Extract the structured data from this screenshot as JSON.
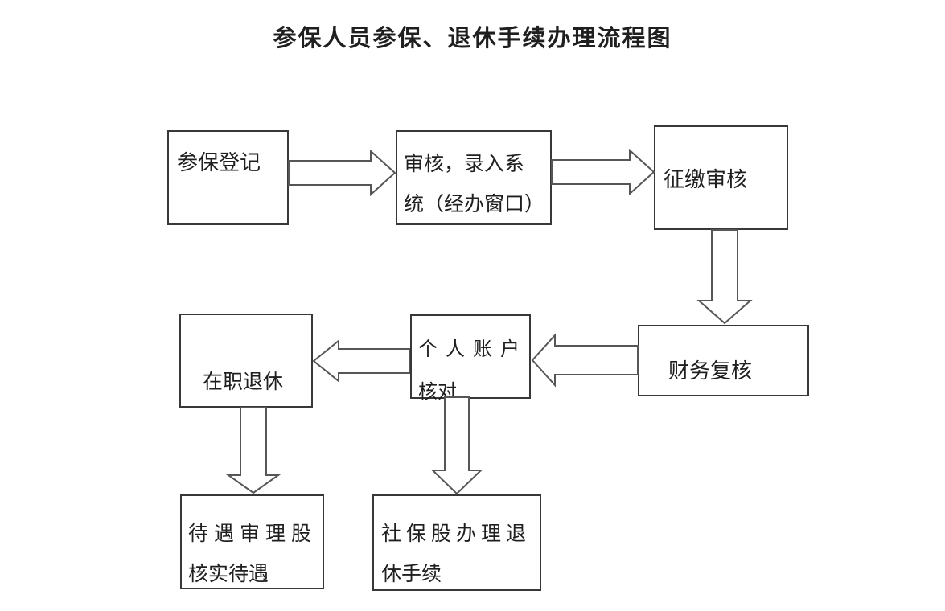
{
  "title": "参保人员参保、退休手续办理流程图",
  "nodes": {
    "enroll": {
      "lines": [
        "参保登记"
      ]
    },
    "review": {
      "lines": [
        "审核，录入系",
        "统（经办窗口）"
      ]
    },
    "levy": {
      "lines": [
        "征缴审核"
      ]
    },
    "finance": {
      "lines": [
        "财务复核"
      ]
    },
    "account": {
      "lines": [
        "个人账户",
        "核对"
      ]
    },
    "active": {
      "lines": [
        "在职退休"
      ]
    },
    "benefit": {
      "lines": [
        "待遇审理股",
        "核实待遇"
      ]
    },
    "social": {
      "lines": [
        "社保股办理退",
        "休手续"
      ]
    }
  },
  "connections": [
    {
      "from": "参保登记",
      "to": "审核，录入系统（经办窗口）",
      "direction": "right"
    },
    {
      "from": "审核，录入系统（经办窗口）",
      "to": "征缴审核",
      "direction": "right"
    },
    {
      "from": "征缴审核",
      "to": "财务复核",
      "direction": "down"
    },
    {
      "from": "财务复核",
      "to": "个人账户核对",
      "direction": "left"
    },
    {
      "from": "个人账户核对",
      "to": "在职退休",
      "direction": "left"
    },
    {
      "from": "在职退休",
      "to": "待遇审理股核实待遇",
      "direction": "down"
    },
    {
      "from": "个人账户核对",
      "to": "社保股办理退休手续",
      "direction": "down"
    }
  ],
  "colors": {
    "background": "#ffffff",
    "box_border": "#383838",
    "arrow_stroke": "#565656",
    "text": "#1f1f1f"
  }
}
